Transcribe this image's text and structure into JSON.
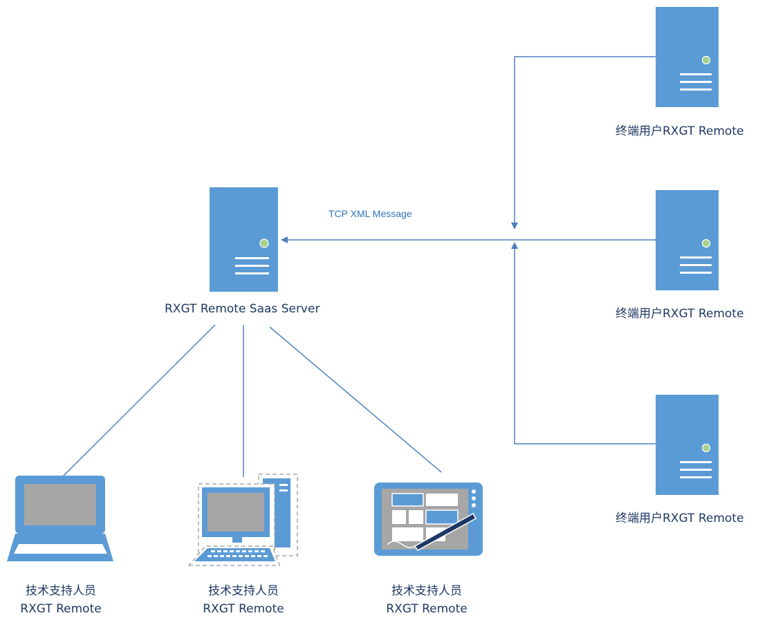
{
  "colors": {
    "server_fill": "#5b9bd5",
    "server_light": "#a9d18e",
    "line": "#4f81bd",
    "device_fill": "#5b9bd5",
    "screen_fill": "#a6a6a6",
    "label": "#1f3864",
    "edge_label": "#2e75b6"
  },
  "central_server": {
    "icon": "server-icon",
    "label": "RXGT Remote Saas Server"
  },
  "edge": {
    "label": "TCP XML Message"
  },
  "end_users": [
    {
      "icon": "server-icon",
      "label": "终端用户RXGT Remote"
    },
    {
      "icon": "server-icon",
      "label": "终端用户RXGT Remote"
    },
    {
      "icon": "server-icon",
      "label": "终端用户RXGT Remote"
    }
  ],
  "support_staff": [
    {
      "icon": "laptop-icon",
      "line1": "技术支持人员",
      "line2": "RXGT Remote"
    },
    {
      "icon": "desktop-computer-icon",
      "line1": "技术支持人员",
      "line2": "RXGT Remote"
    },
    {
      "icon": "tablet-icon",
      "line1": "技术支持人员",
      "line2": "RXGT Remote"
    }
  ]
}
